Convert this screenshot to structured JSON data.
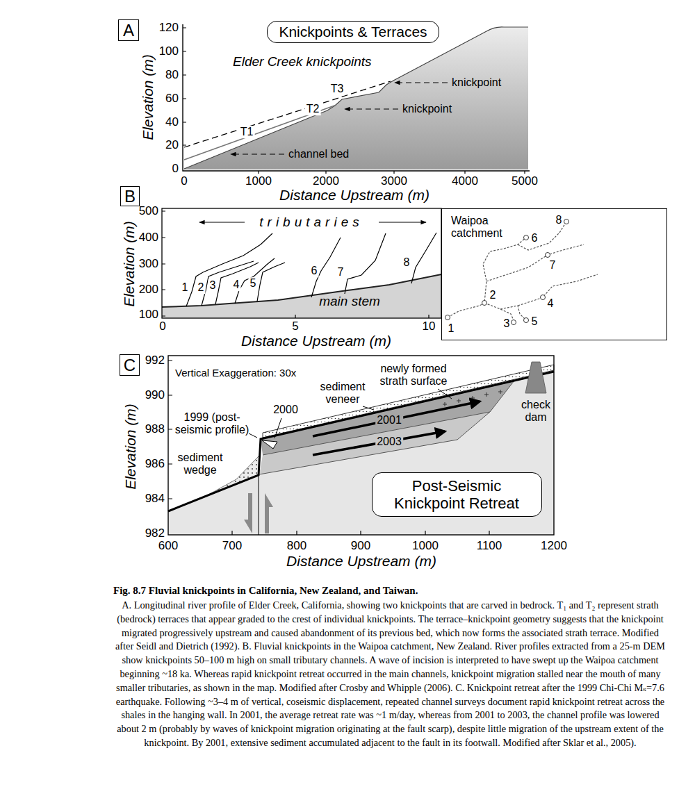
{
  "diagram": {
    "caption": "Fig. 8.7 Fluvial knickpoints in California, New Zealand, and Taiwan.",
    "nodes": [
      {
        "text": [
          "A"
        ]
      },
      {
        "text": [
          "Knickpoints & Terraces"
        ]
      },
      {
        "text": [
          "B"
        ]
      },
      {
        "text": [
          "Waipoa catchment",
          "8",
          "6",
          "7",
          "2",
          "4",
          "3",
          "5",
          "1"
        ]
      },
      {
        "text": [
          "C"
        ]
      },
      {
        "text": [
          "Post-Seismic Knickpoint Retreat"
        ]
      }
    ],
    "labels": [
      "120",
      "100",
      "80",
      "60",
      "40",
      "20",
      "0",
      "0",
      "1000",
      "2000",
      "3000",
      "4000",
      "5000",
      "Elevation (m)",
      "Distance Upstream (m)",
      "Elder Creek knickpoints",
      "knickpoint",
      "knickpoint",
      "T3",
      "T2",
      "T1",
      "channel bed",
      "500",
      "400",
      "300",
      "200",
      "100",
      "0",
      "5",
      "10",
      "Elevation (m)",
      "Distance Upstream (m)",
      "tributaries",
      "1",
      "2",
      "3",
      "4",
      "5",
      "6",
      "7",
      "8",
      "main stem",
      "992",
      "990",
      "988",
      "986",
      "984",
      "982",
      "600",
      "700",
      "800",
      "900",
      "1000",
      "1100",
      "1200",
      "Elevation (m)",
      "Distance Upstream (m)",
      "Vertical Exaggeration: 30x",
      "1999 (post-seismic profile)",
      "2000",
      "sediment wedge",
      "sediment veneer",
      "newly formed strath surface",
      "check dam",
      "2001",
      "2003",
      "A. Longitudinal river profile of Elder Creek, California, showing two knickpoints that are carved in bedrock. T₁ and T₂ represent strath (bedrock) terraces that appear graded to the crest of individual knickpoints. The terrace–knickpoint geometry suggests that the knickpoint migrated progressively upstream and caused abandonment of its previous bed, which now forms the associated strath terrace. Modified after Seidl and Dietrich (1992). B. Fluvial knickpoints in the Waipoa catchment, New Zealand. River profiles extracted from a 25-m DEM show knickpoints 50–100 m high on small tributary channels. A wave of incision is interpreted to have swept up the Waipoa catchment beginning ~18 ka. Whereas rapid knickpoint retreat occurred in the main channels, knickpoint migration stalled near the mouth of many smaller tributaries, as shown in the map. Modified after Crosby and Whipple (2006). C. Knickpoint retreat after the 1999 Chi-Chi Mₛ=7.6 earthquake. Following ~3–4 m of vertical, coseismic displacement, repeated channel surveys document rapid knickpoint retreat across the shales in the hanging wall. In 2001, the average retreat rate was ~1 m/day, whereas from 2001 to 2003, the channel profile was lowered about 2 m (probably by waves of knickpoint migration originating at the fault scarp), despite little migration of the upstream extent of the knickpoint. By 2001, extensive sediment accumulated adjacent to the fault in its footwall. Modified after Sklar et al., 2005)."
    ]
  }
}
